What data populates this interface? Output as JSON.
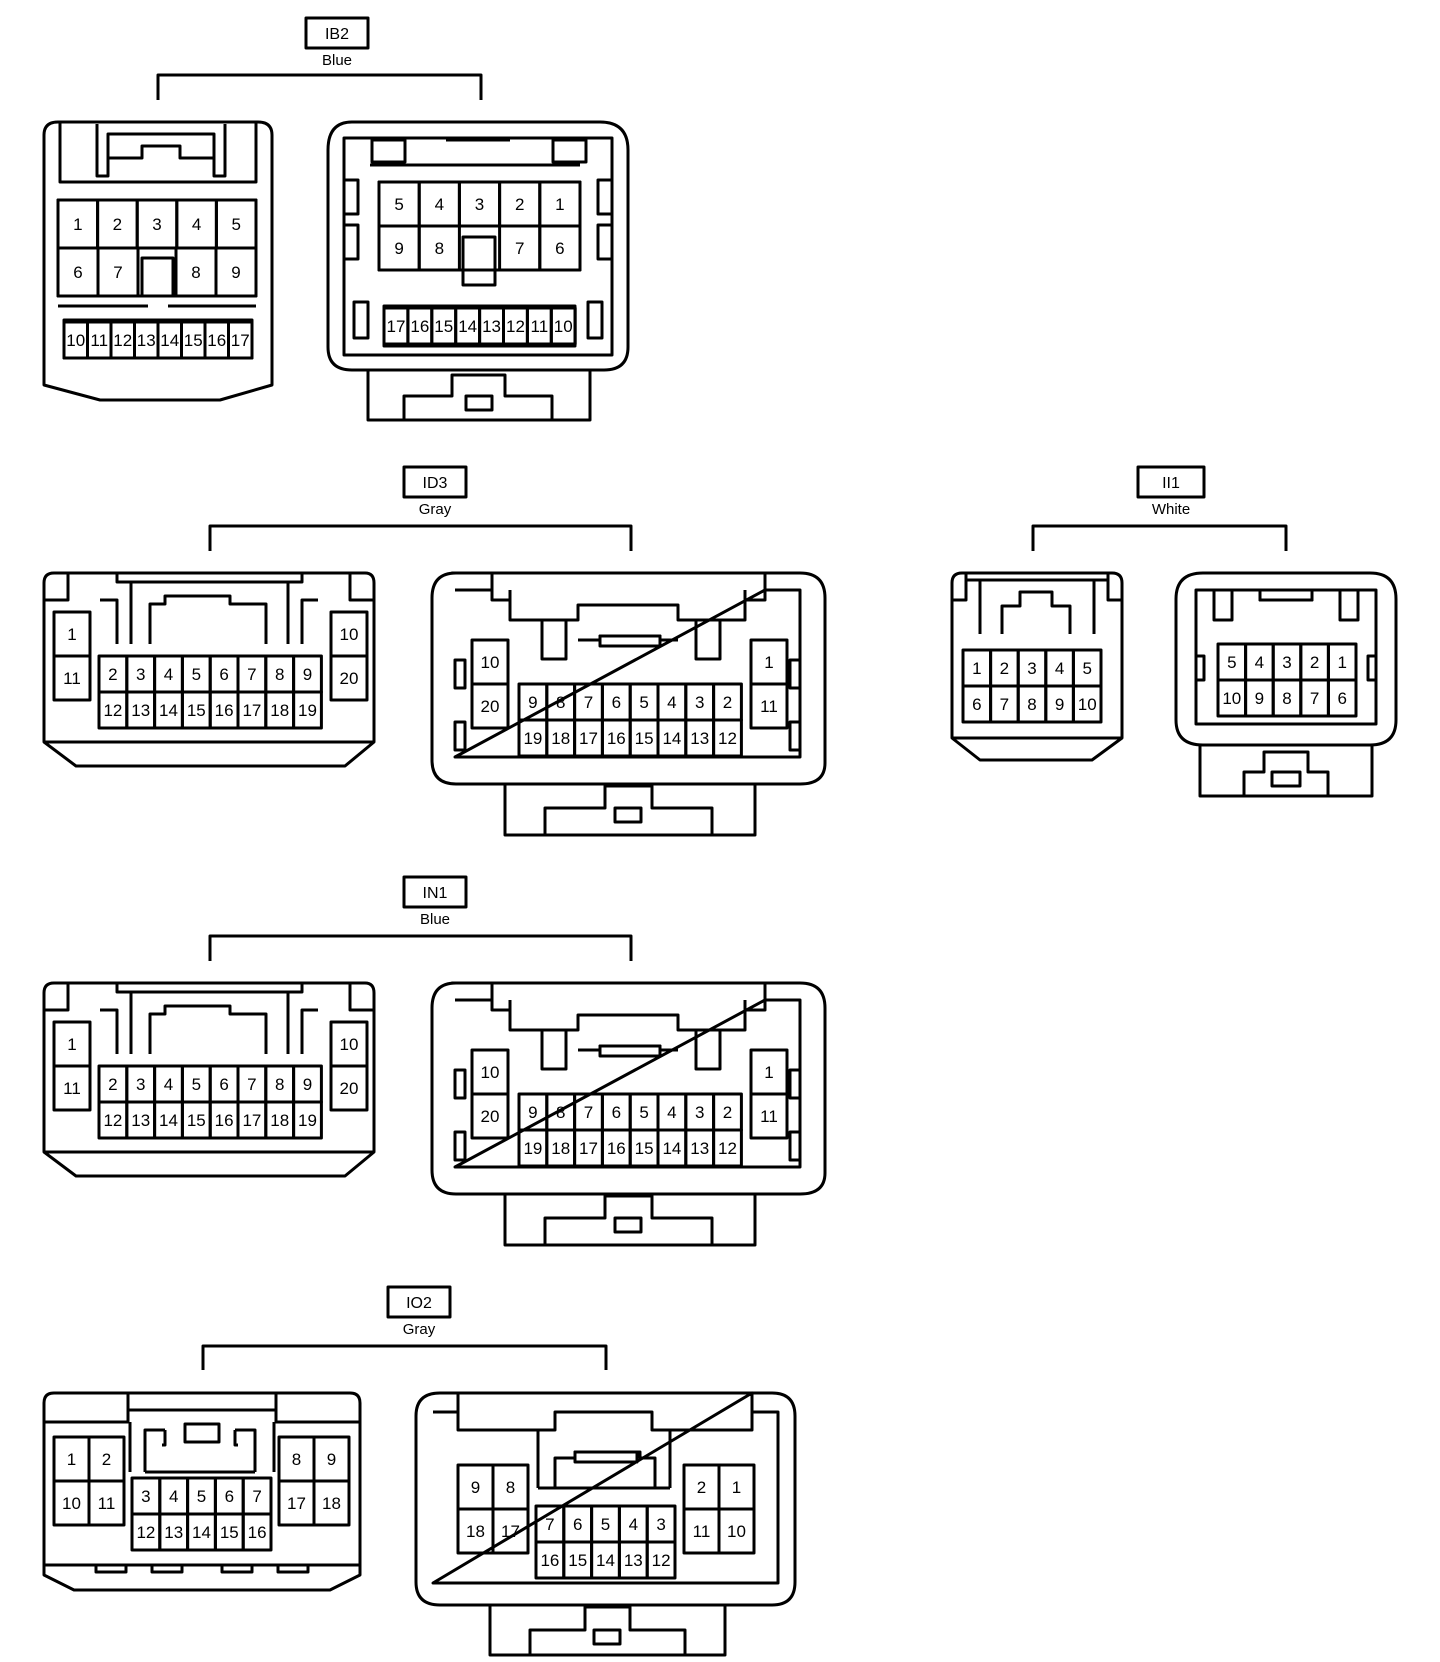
{
  "connectors": [
    {
      "code": "IB2",
      "color": "Blue",
      "left": {
        "rows": [
          [
            "1",
            "2",
            "3",
            "4",
            "5"
          ],
          [
            "6",
            "7",
            "8",
            "9"
          ],
          [
            "10",
            "11",
            "12",
            "13",
            "14",
            "15",
            "16",
            "17"
          ]
        ]
      },
      "right": {
        "rows": [
          [
            "5",
            "4",
            "3",
            "2",
            "1"
          ],
          [
            "9",
            "8",
            "7",
            "6"
          ],
          [
            "17",
            "16",
            "15",
            "14",
            "13",
            "12",
            "11",
            "10"
          ]
        ]
      }
    },
    {
      "code": "ID3",
      "color": "Gray",
      "left": {
        "side_left": [
          "1",
          "11"
        ],
        "top": [
          "2",
          "3",
          "4",
          "5",
          "6",
          "7",
          "8",
          "9"
        ],
        "bottom": [
          "12",
          "13",
          "14",
          "15",
          "16",
          "17",
          "18",
          "19"
        ],
        "side_right": [
          "10",
          "20"
        ]
      },
      "right": {
        "side_left": [
          "10",
          "20"
        ],
        "top": [
          "9",
          "8",
          "7",
          "6",
          "5",
          "4",
          "3",
          "2"
        ],
        "bottom": [
          "19",
          "18",
          "17",
          "16",
          "15",
          "14",
          "13",
          "12"
        ],
        "side_right": [
          "1",
          "11"
        ]
      }
    },
    {
      "code": "II1",
      "color": "White",
      "left": {
        "rows": [
          [
            "1",
            "2",
            "3",
            "4",
            "5"
          ],
          [
            "6",
            "7",
            "8",
            "9",
            "10"
          ]
        ]
      },
      "right": {
        "rows": [
          [
            "5",
            "4",
            "3",
            "2",
            "1"
          ],
          [
            "10",
            "9",
            "8",
            "7",
            "6"
          ]
        ]
      }
    },
    {
      "code": "IN1",
      "color": "Blue",
      "left": {
        "side_left": [
          "1",
          "11"
        ],
        "top": [
          "2",
          "3",
          "4",
          "5",
          "6",
          "7",
          "8",
          "9"
        ],
        "bottom": [
          "12",
          "13",
          "14",
          "15",
          "16",
          "17",
          "18",
          "19"
        ],
        "side_right": [
          "10",
          "20"
        ]
      },
      "right": {
        "side_left": [
          "10",
          "20"
        ],
        "top": [
          "9",
          "8",
          "7",
          "6",
          "5",
          "4",
          "3",
          "2"
        ],
        "bottom": [
          "19",
          "18",
          "17",
          "16",
          "15",
          "14",
          "13",
          "12"
        ],
        "side_right": [
          "1",
          "11"
        ]
      }
    },
    {
      "code": "IO2",
      "color": "Gray",
      "left": {
        "side_left": [
          [
            "1",
            "2"
          ],
          [
            "10",
            "11"
          ]
        ],
        "top": [
          "3",
          "4",
          "5",
          "6",
          "7"
        ],
        "bottom": [
          "12",
          "13",
          "14",
          "15",
          "16"
        ],
        "side_right": [
          [
            "8",
            "9"
          ],
          [
            "17",
            "18"
          ]
        ]
      },
      "right": {
        "side_left": [
          [
            "9",
            "8"
          ],
          [
            "18",
            "17"
          ]
        ],
        "top": [
          "7",
          "6",
          "5",
          "4",
          "3"
        ],
        "bottom": [
          "16",
          "15",
          "14",
          "13",
          "12"
        ],
        "side_right": [
          [
            "2",
            "1"
          ],
          [
            "11",
            "10"
          ]
        ]
      }
    }
  ]
}
